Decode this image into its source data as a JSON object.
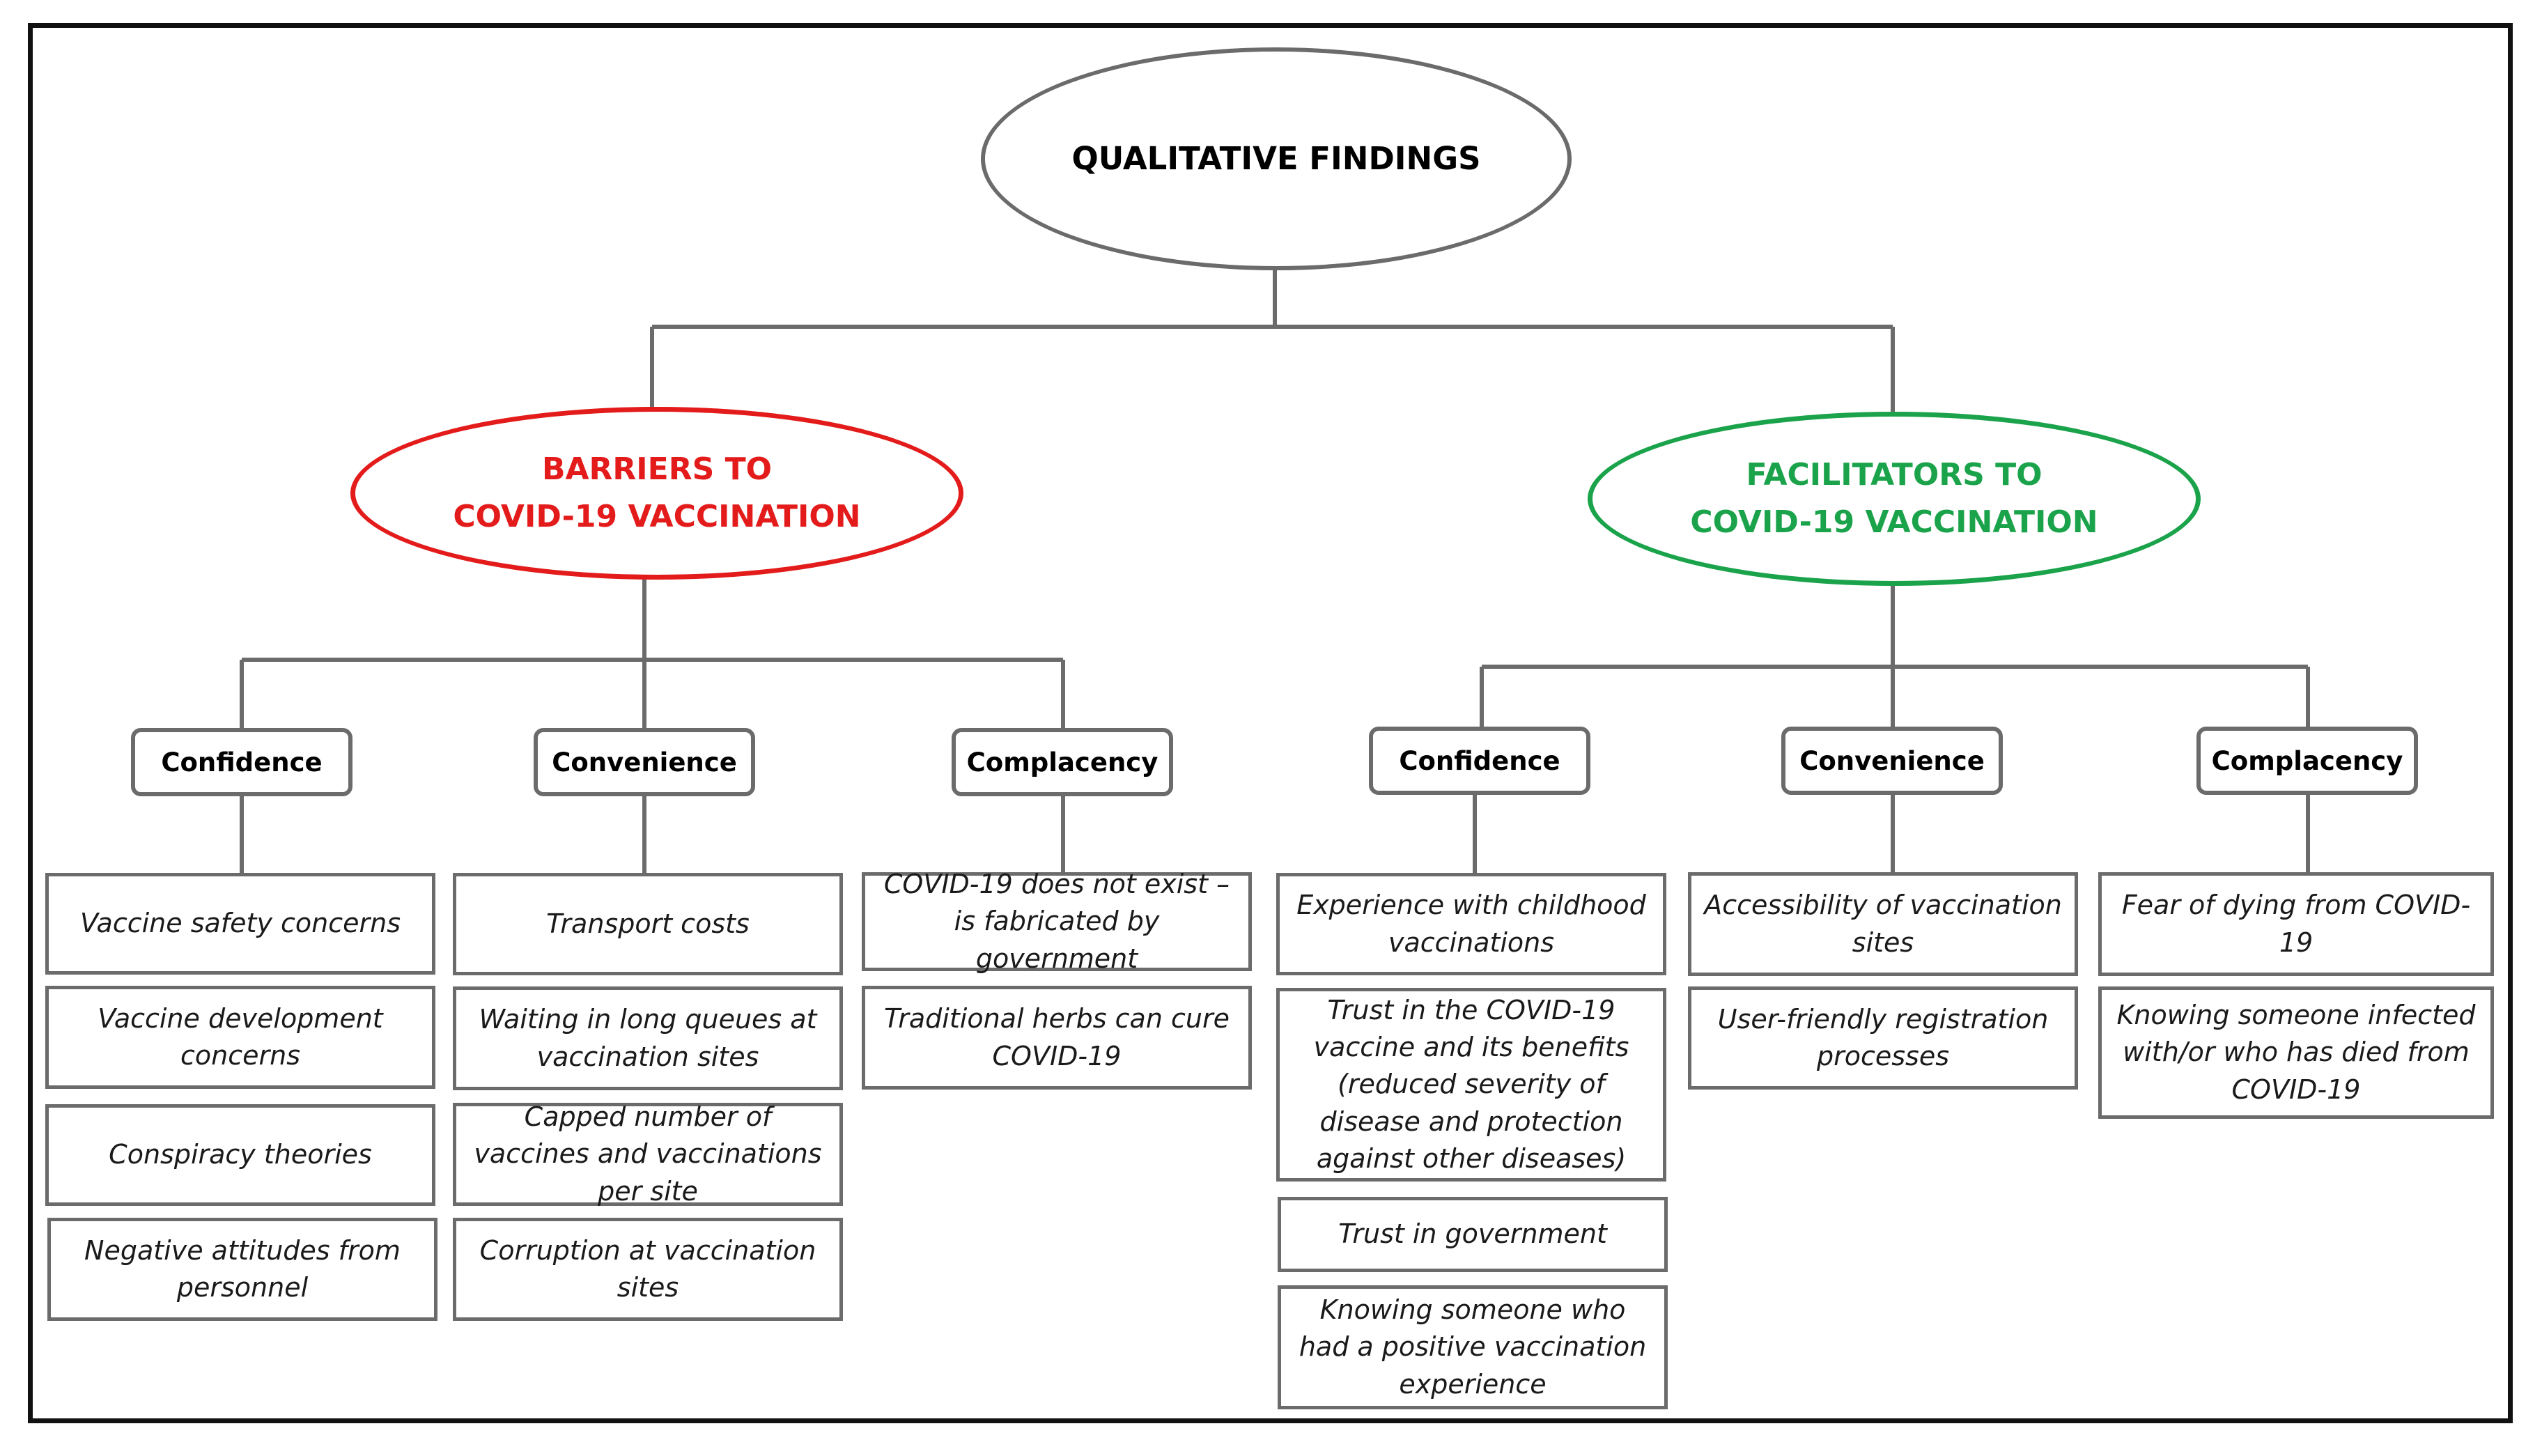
{
  "root": {
    "label": "QUALITATIVE FINDINGS"
  },
  "colors": {
    "barriers": "#e31b1b",
    "facilitators": "#1aa34a",
    "neutral": "#6b6b6b"
  },
  "barriers": {
    "label": "BARRIERS TO\nCOVID-19 VACCINATION",
    "categories": [
      {
        "label": "Confidence",
        "items": [
          "Vaccine safety concerns",
          "Vaccine development concerns",
          "Conspiracy theories",
          "Negative attitudes from personnel"
        ]
      },
      {
        "label": "Convenience",
        "items": [
          "Transport costs",
          "Waiting in long queues at vaccination sites",
          "Capped number of vaccines and vaccinations per site",
          "Corruption at vaccination sites"
        ]
      },
      {
        "label": "Complacency",
        "items": [
          "COVID-19 does not exist – is fabricated by government",
          "Traditional herbs can cure COVID-19"
        ]
      }
    ]
  },
  "facilitators": {
    "label": "FACILITATORS TO\nCOVID-19 VACCINATION",
    "categories": [
      {
        "label": "Confidence",
        "items": [
          "Experience with childhood vaccinations",
          "Trust in the COVID-19 vaccine and its benefits (reduced severity of disease and protection against other diseases)",
          "Trust in government",
          "Knowing someone who had a positive vaccination experience"
        ]
      },
      {
        "label": "Convenience",
        "items": [
          "Accessibility of vaccination sites",
          "User-friendly registration processes"
        ]
      },
      {
        "label": "Complacency",
        "items": [
          "Fear of dying from COVID-19",
          "Knowing someone infected with/or who has died from COVID-19"
        ]
      }
    ]
  }
}
